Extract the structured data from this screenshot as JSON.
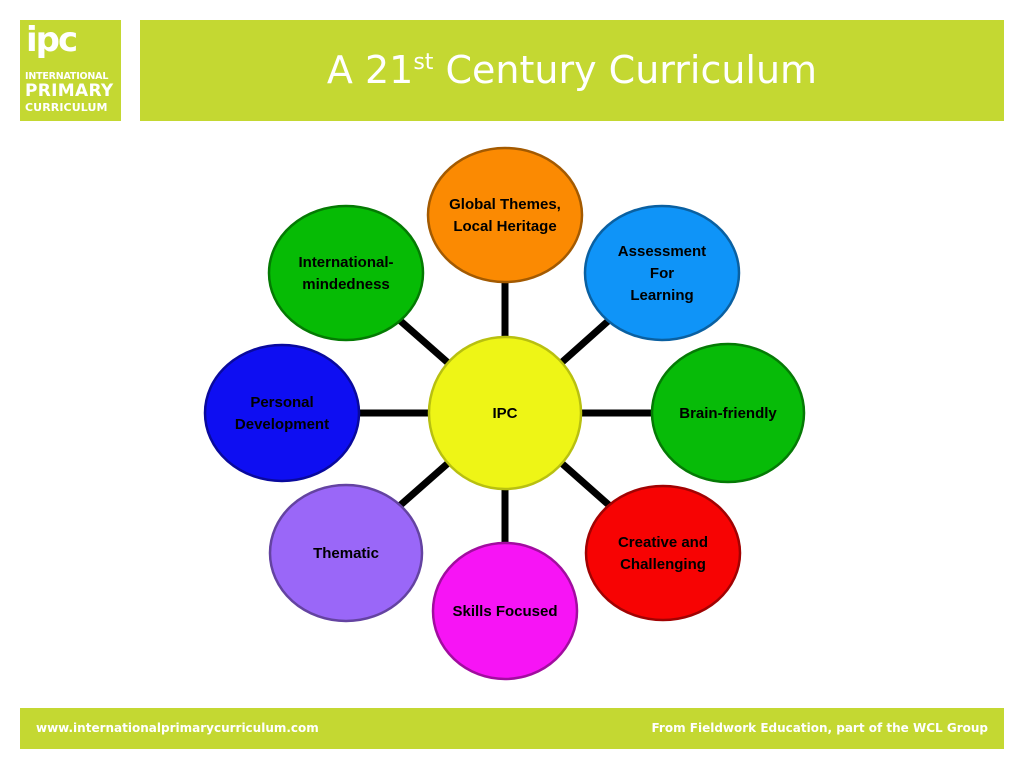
{
  "logo": {
    "ipc": "ipc",
    "line1": "INTERNATIONAL",
    "line2": "PRIMARY",
    "line3": "CURRICULUM"
  },
  "header": {
    "title_prefix": "A 21",
    "title_sup": "st",
    "title_suffix": " Century Curriculum"
  },
  "diagram": {
    "center": {
      "label": "IPC",
      "color": "#eef516"
    },
    "nodes": [
      {
        "id": "global-themes",
        "lines": [
          "Global Themes,",
          "Local Heritage"
        ],
        "color": "#fb8a02"
      },
      {
        "id": "assessment",
        "lines": [
          "Assessment",
          "For",
          "Learning"
        ],
        "color": "#0f94f8"
      },
      {
        "id": "brain-friendly",
        "lines": [
          "Brain-friendly"
        ],
        "color": "#07bb08"
      },
      {
        "id": "creative",
        "lines": [
          "Creative and",
          "Challenging"
        ],
        "color": "#f70303"
      },
      {
        "id": "skills",
        "lines": [
          "Skills Focused"
        ],
        "color": "#f714f5"
      },
      {
        "id": "thematic",
        "lines": [
          "Thematic"
        ],
        "color": "#9a67f8"
      },
      {
        "id": "personal",
        "lines": [
          "Personal",
          "Development"
        ],
        "color": "#0e0ef2"
      },
      {
        "id": "international",
        "lines": [
          "International-",
          "mindedness"
        ],
        "color": "#06bb05"
      }
    ],
    "connector_color": "#000000"
  },
  "footer": {
    "url": "www.internationalprimarycurriculum.com",
    "credit": "From Fieldwork Education, part of the WCL Group"
  }
}
